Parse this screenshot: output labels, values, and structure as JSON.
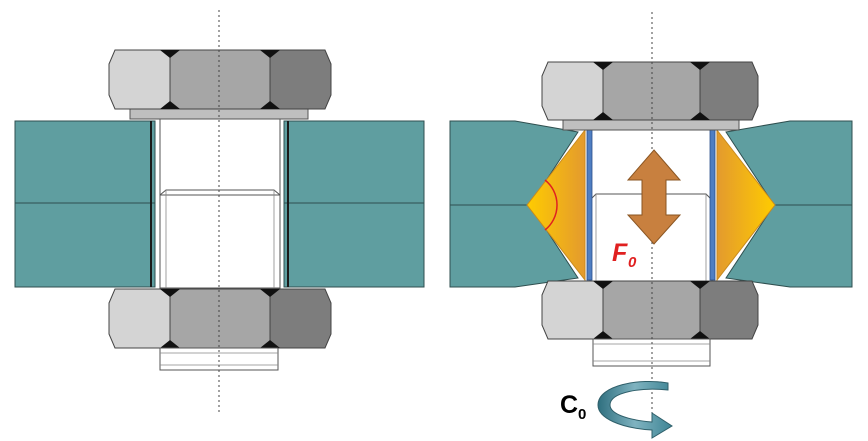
{
  "labels": {
    "preload_force": "F",
    "preload_force_sub": "0",
    "tightening_torque": "C",
    "tightening_torque_sub": "0"
  },
  "colors": {
    "plate": "#5f9ea0",
    "plate_edge": "#2f4f4f",
    "hex_light": "#d4d4d4",
    "hex_mid": "#a6a6a6",
    "hex_dark": "#7d7d7d",
    "washer": "#bfbfbf",
    "cone_inner": "#ffcc00",
    "cone_outer": "#e8a33a",
    "arrow_force": "#c8803f",
    "arrow_torque": "#4a8a9a",
    "label_force": "#e02020",
    "label_torque": "#000000",
    "shim": "#4f7ec2",
    "angle_arc": "#e02020"
  }
}
